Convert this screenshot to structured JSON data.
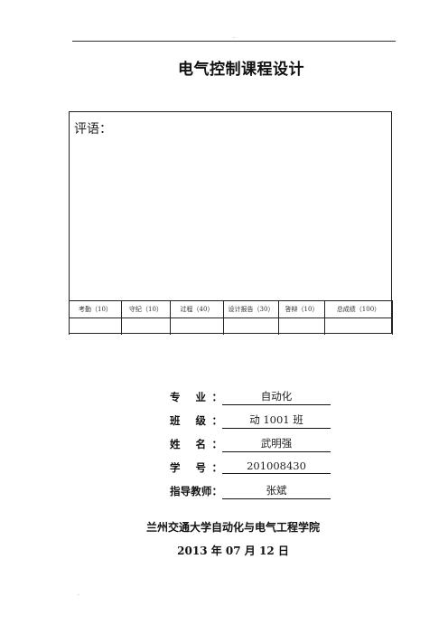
{
  "header": {
    "dot": "."
  },
  "title": "电气控制课程设计",
  "review": {
    "label": "评语：",
    "score_columns": [
      "考勤（10）",
      "守纪（10）",
      "过程（40）",
      "设计报告（30）",
      "答辩（10）",
      "总成绩（100）"
    ]
  },
  "info": {
    "major_label": "专 业：",
    "major_value": "自动化",
    "class_label": "班 级：",
    "class_value": "动 1001 班",
    "name_label": "姓 名：",
    "name_value": "武明强",
    "id_label": "学 号：",
    "id_value": "201008430",
    "advisor_label": "指导教师：",
    "advisor_value": "张斌"
  },
  "school": "兰州交通大学自动化与电气工程学院",
  "date": "2013 年 07 月 12 日",
  "footer": {
    "dot": "."
  }
}
